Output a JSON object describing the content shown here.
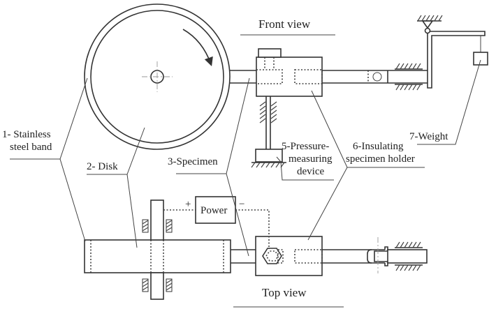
{
  "titles": {
    "front_view": "Front view",
    "top_view": "Top view"
  },
  "labels": {
    "stainless_band_line1": "1- Stainless",
    "stainless_band_line2": "steel band",
    "disk": "2- Disk",
    "specimen": "3-Specimen",
    "pressure_line1": "5-Pressure-",
    "pressure_line2": "measuring",
    "pressure_line3": "device",
    "holder_line1": "6-Insulating",
    "holder_line2": "specimen holder",
    "weight": "7-Weight"
  },
  "power": {
    "label": "Power",
    "plus": "+",
    "minus": "−"
  },
  "rotation_direction": "clockwise"
}
